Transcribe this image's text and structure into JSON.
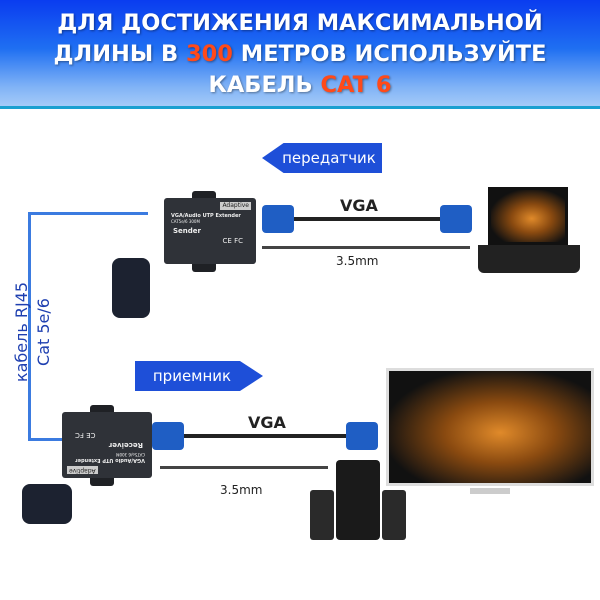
{
  "banner": {
    "line1": "ДЛЯ ДОСТИЖЕНИЯ МАКСИМАЛЬНОЙ",
    "line2_a": "ДЛИНЫ В ",
    "line2_hl": "300",
    "line2_b": " МЕТРОВ ИСПОЛЬЗУЙТЕ",
    "line3_a": "КАБЕЛЬ ",
    "line3_hl": "CAT 6"
  },
  "sender": {
    "arrow": "передатчик",
    "title": "VGA/Audio UTP Extender",
    "sub": "CAT5e/6 300M",
    "name": "Sender",
    "badge": "Adaptive",
    "marks": "CE FC"
  },
  "receiver": {
    "arrow": "приемник",
    "title": "VGA/Audio UTP Extender",
    "sub": "CAT5e/6 300M",
    "name": "Receiver",
    "badge": "Adaptive",
    "marks": "CE FC"
  },
  "cables": {
    "vga": "VGA",
    "audio": "3.5mm"
  },
  "side": {
    "line1": "кабель RJ45",
    "line2": "Cat 5e/6"
  },
  "colors": {
    "accent": "#ff4a1a",
    "arrow": "#1e4fd8"
  }
}
